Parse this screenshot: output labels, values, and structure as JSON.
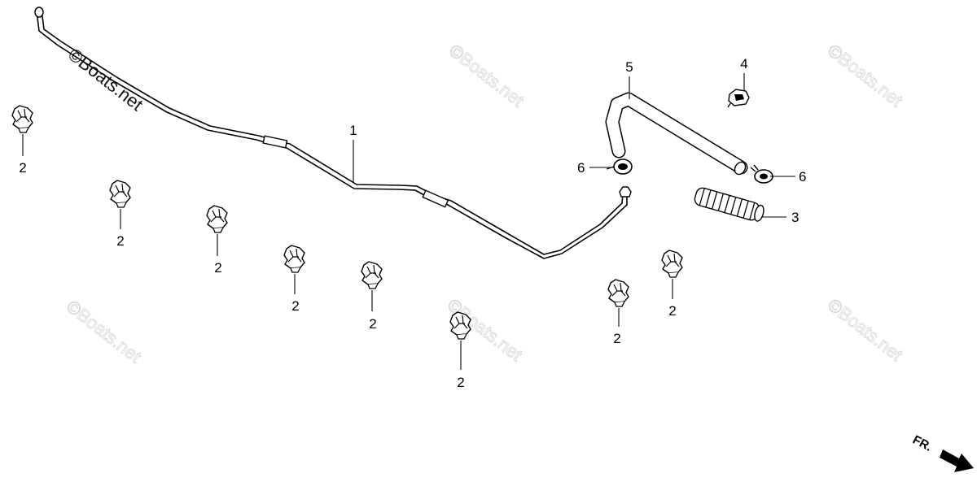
{
  "watermark": "©Boats.net",
  "direction_label": "FR.",
  "callouts": [
    {
      "id": "clip-a",
      "number": "2"
    },
    {
      "id": "clip-b",
      "number": "2"
    },
    {
      "id": "clip-c",
      "number": "2"
    },
    {
      "id": "clip-d",
      "number": "2"
    },
    {
      "id": "clip-e",
      "number": "2"
    },
    {
      "id": "clip-f",
      "number": "2"
    },
    {
      "id": "clip-g",
      "number": "2"
    },
    {
      "id": "clip-h",
      "number": "2"
    },
    {
      "id": "pipe",
      "number": "1"
    },
    {
      "id": "boot",
      "number": "3"
    },
    {
      "id": "clamp-top",
      "number": "4"
    },
    {
      "id": "hose",
      "number": "5"
    },
    {
      "id": "clamp-left",
      "number": "6"
    },
    {
      "id": "clamp-right",
      "number": "6"
    }
  ]
}
